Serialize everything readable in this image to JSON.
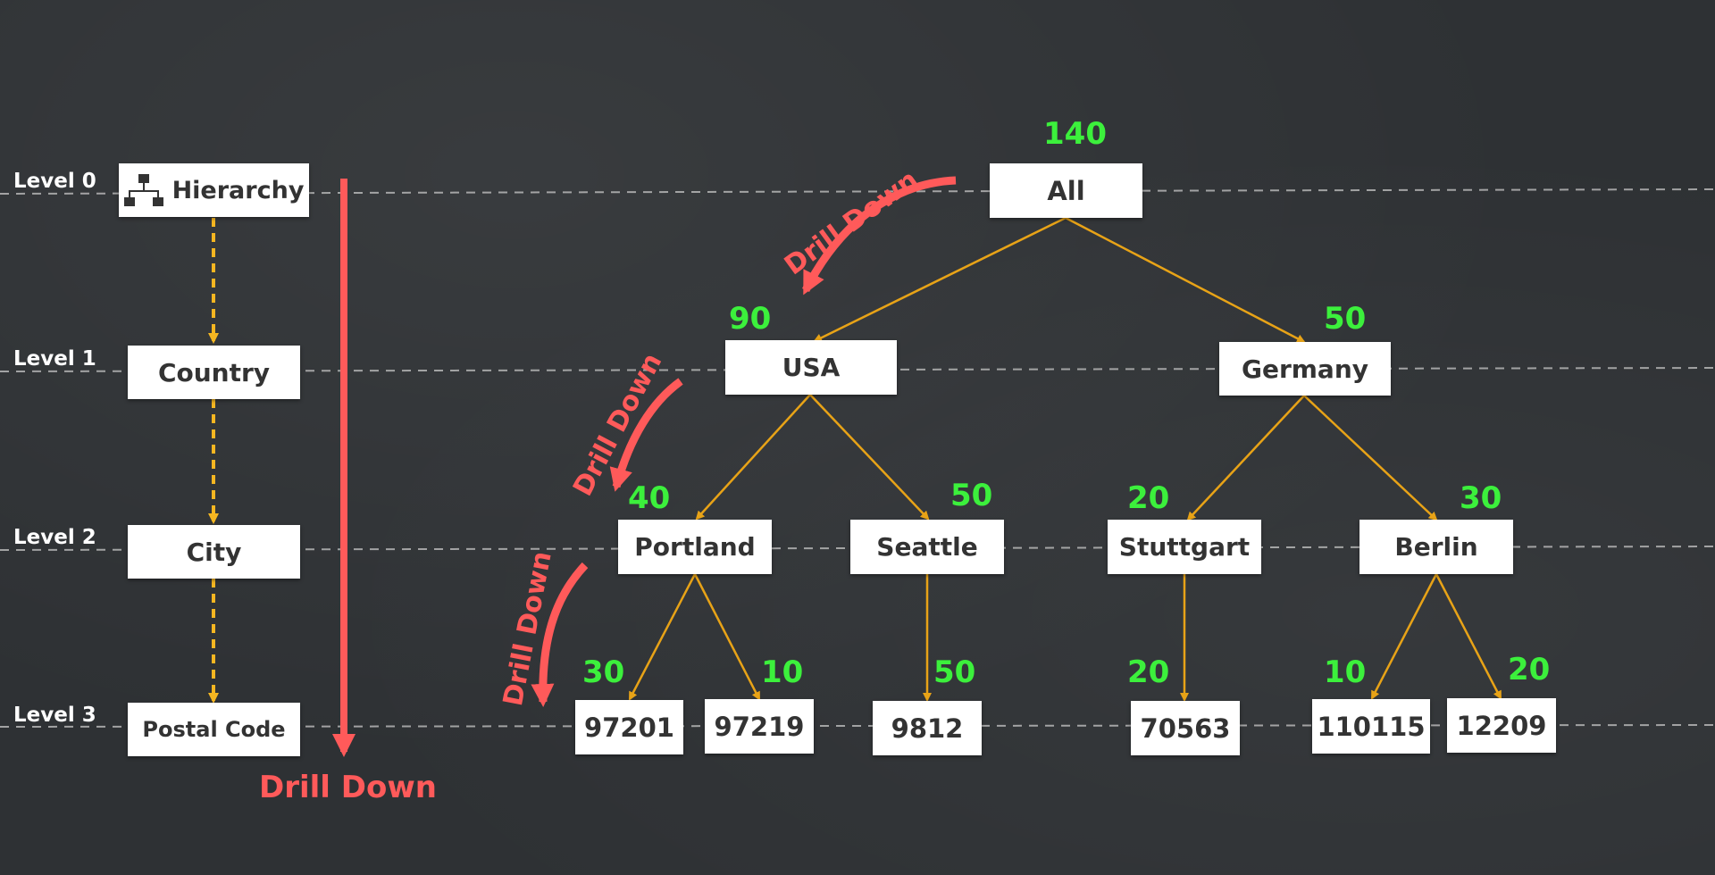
{
  "levels": [
    "Level 0",
    "Level 1",
    "Level 2",
    "Level 3"
  ],
  "hierarchy": {
    "root_label": "Hierarchy",
    "items": [
      "Country",
      "City",
      "Postal Code"
    ]
  },
  "drill_down_label": "Drill Down",
  "tree": {
    "all": {
      "label": "All",
      "value": "140"
    },
    "usa": {
      "label": "USA",
      "value": "90"
    },
    "germany": {
      "label": "Germany",
      "value": "50"
    },
    "portland": {
      "label": "Portland",
      "value": "40"
    },
    "seattle": {
      "label": "Seattle",
      "value": "50"
    },
    "stuttgart": {
      "label": "Stuttgart",
      "value": "20"
    },
    "berlin": {
      "label": "Berlin",
      "value": "30"
    },
    "p97201": {
      "label": "97201",
      "value": "30"
    },
    "p97219": {
      "label": "97219",
      "value": "10"
    },
    "p9812": {
      "label": "9812",
      "value": "50"
    },
    "p70563": {
      "label": "70563",
      "value": "20"
    },
    "p110115": {
      "label": "110115",
      "value": "10"
    },
    "p12209": {
      "label": "12209",
      "value": "20"
    }
  },
  "colors": {
    "background": "#2e3134",
    "node_fill": "#ffffff",
    "node_text": "#333333",
    "connector": "#e8a317",
    "hierarchy_arrow": "#f5b621",
    "value_text": "#3cf03c",
    "drill_accent": "#ff5a5a",
    "level_line": "#bfbfbf"
  }
}
